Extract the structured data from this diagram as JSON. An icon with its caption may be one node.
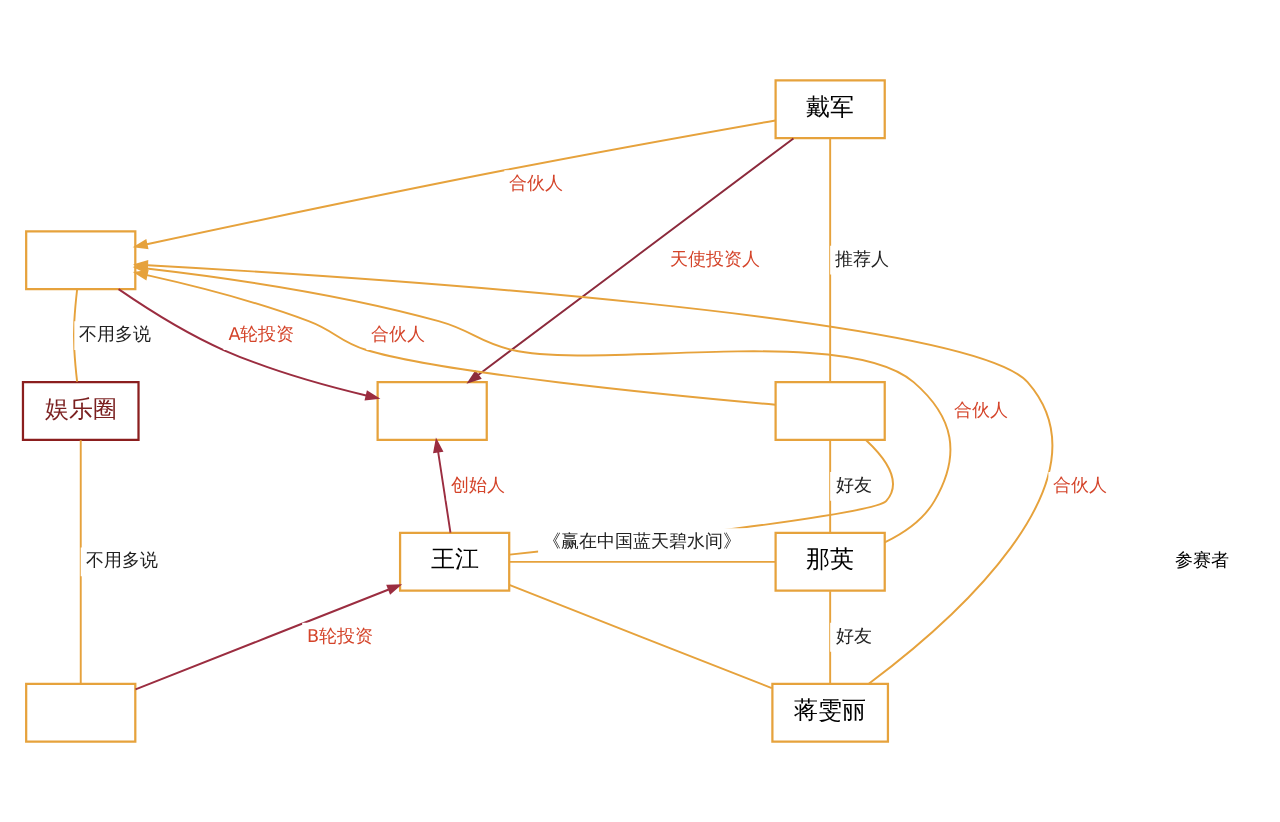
{
  "diagram": {
    "nodes": [
      {
        "text": [
          "戴军"
        ]
      },
      {
        "text": [],
        "shape": "box"
      },
      {
        "text": [],
        "shape": "box"
      },
      {
        "text": [],
        "shape": "box"
      },
      {
        "text": [
          "娱乐圈"
        ]
      },
      {
        "text": [
          "王江"
        ]
      },
      {
        "text": [
          "那英"
        ]
      },
      {
        "text": [
          "蒋雯丽"
        ]
      },
      {
        "text": [],
        "shape": "box"
      }
    ],
    "edges": [
      {
        "from": 0,
        "to": 1,
        "arrow": "to",
        "label": "合伙人"
      },
      {
        "from": 0,
        "to": 2,
        "arrow": "to",
        "label": "天使投资人",
        "color": "#8c2a3c"
      },
      {
        "from": 0,
        "to": 3,
        "arrow": "none",
        "label": "推荐人"
      },
      {
        "from": 1,
        "to": 2,
        "arrow": "to",
        "label": "A轮投资",
        "color": "#9b2d40"
      },
      {
        "from": 5,
        "to": 2,
        "arrow": "to",
        "label": "创始人",
        "color": "#9b2d40"
      },
      {
        "from": 3,
        "to": 1,
        "arrow": "to",
        "label": "合伙人"
      },
      {
        "from": 6,
        "to": 1,
        "arrow": "to",
        "label": "合伙人"
      },
      {
        "from": 7,
        "to": 1,
        "arrow": "to",
        "label": "合伙人"
      },
      {
        "from": 3,
        "to": 6,
        "arrow": "none",
        "label": "好友"
      },
      {
        "from": 6,
        "to": 7,
        "arrow": "none",
        "label": "好友"
      },
      {
        "from": 5,
        "to": 3,
        "arrow": "none"
      },
      {
        "from": 5,
        "to": 6,
        "arrow": "none",
        "label": "《赢在中国蓝天碧水间》"
      },
      {
        "from": 5,
        "to": 7,
        "arrow": "none"
      },
      {
        "from": 1,
        "to": 4,
        "arrow": "none",
        "label": "不用多说"
      },
      {
        "from": 4,
        "to": 8,
        "arrow": "none",
        "label": "不用多说"
      },
      {
        "from": 8,
        "to": 5,
        "arrow": "to",
        "label": "B轮投资",
        "color": "#9b2d40"
      }
    ],
    "labels": [
      "参赛者"
    ]
  }
}
